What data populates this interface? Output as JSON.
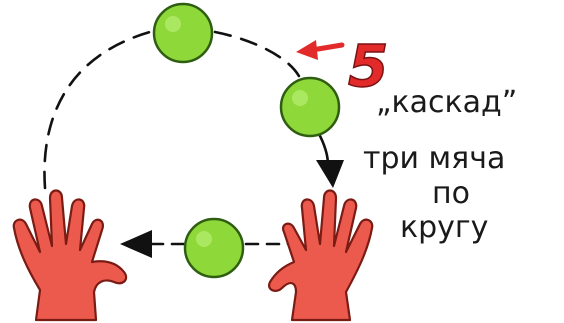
{
  "labels": {
    "number": "5",
    "title": "„каскад”",
    "line1": "три мяча",
    "line2": "по",
    "line3": "кругу"
  },
  "colors": {
    "ball_fill": "#8ed83a",
    "ball_stroke": "#2f5e12",
    "hand_fill": "#ec5a4e",
    "hand_stroke": "#7a1b14",
    "number": "#e32a2a",
    "ink": "#111111"
  },
  "balls": {
    "count": 3
  },
  "hands": {
    "count": 2
  }
}
